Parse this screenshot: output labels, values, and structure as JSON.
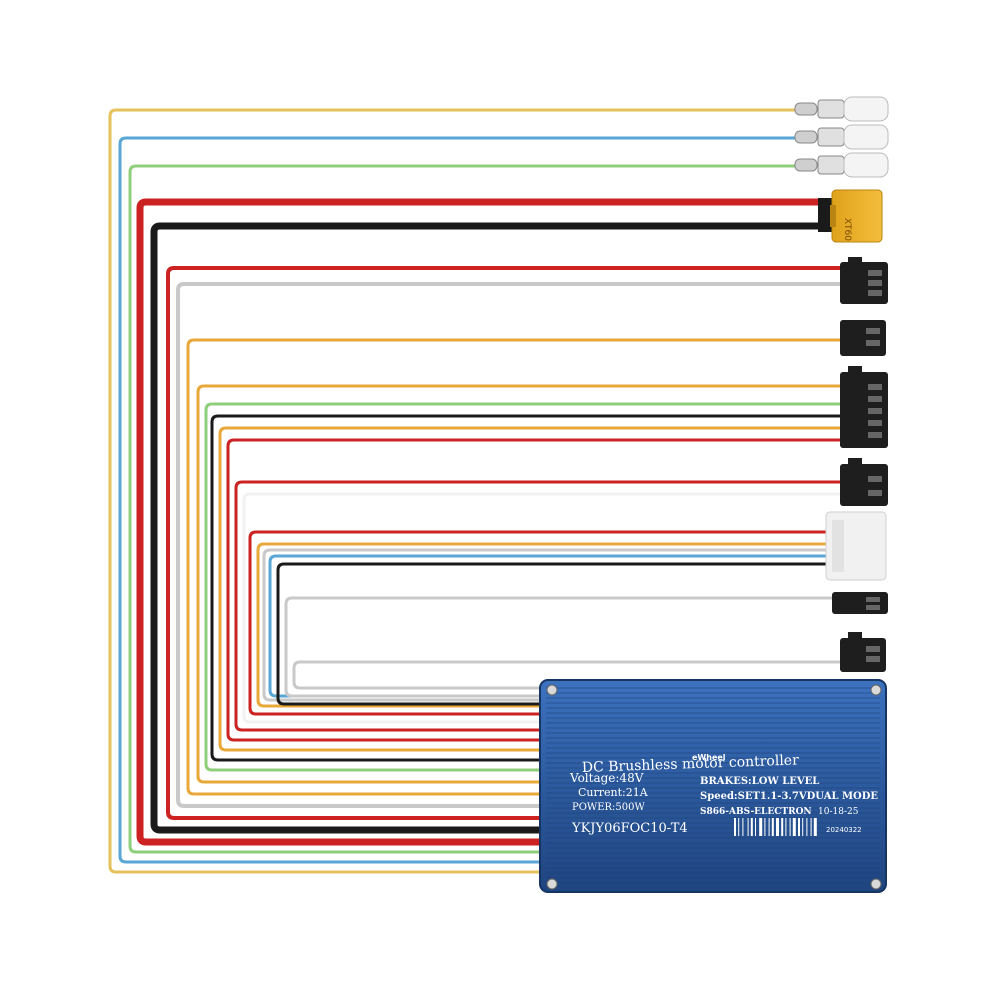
{
  "controller": {
    "brand": "eWheel",
    "title": "DC Brushless motor controller",
    "voltage": "Voltage:48V",
    "current": "Current:21A",
    "power": "POWER:500W",
    "model": "YKJY06FOC10-T4",
    "brakes": "BRAKES:LOW LEVEL",
    "speed": "Speed:SET1.1-3.7VDUAL MODE",
    "serial": "S866-ABS-ELECTRON",
    "serial_suffix": "10-18-25",
    "date_code": "20240322",
    "body_color": "#2f5fa6"
  },
  "connector": {
    "xt_label": "XT60"
  },
  "wire_colors": [
    "#e6c25a",
    "#5aa6d6",
    "#8fce7a",
    "#cc2222",
    "#1a1a1a",
    "#c9c9c9",
    "#e8a83a",
    "#ffffff"
  ]
}
